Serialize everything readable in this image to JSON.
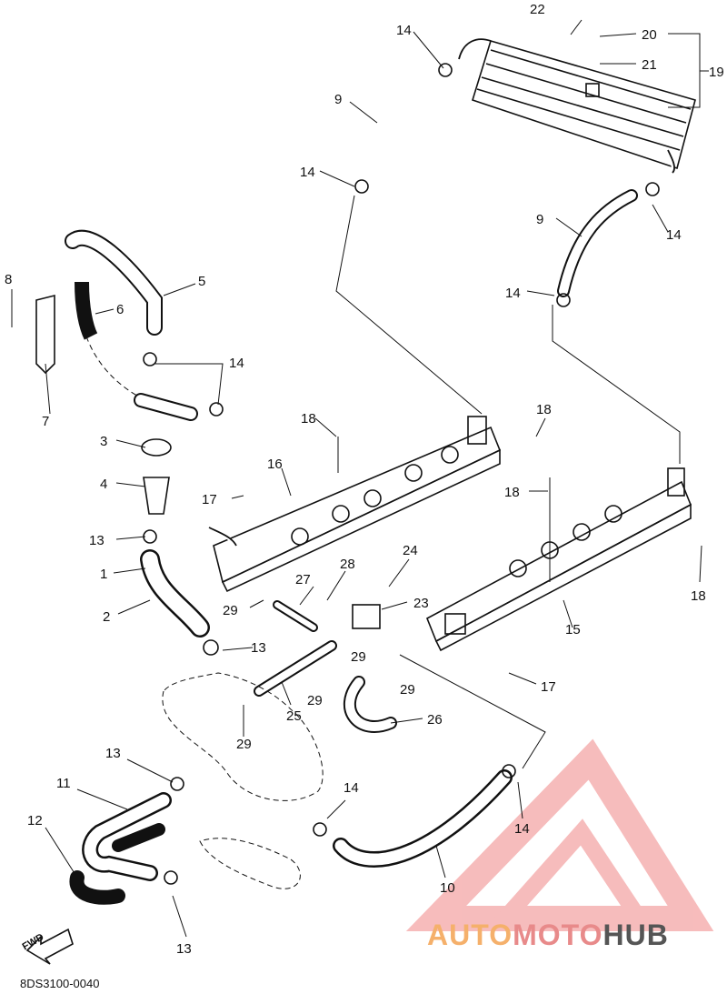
{
  "diagram": {
    "code": "8DS3100-0040",
    "fwd_label": "FWD",
    "callouts": [
      "22",
      "20",
      "21",
      "19",
      "14",
      "9",
      "14",
      "9",
      "14",
      "14",
      "8",
      "5",
      "6",
      "14",
      "7",
      "3",
      "18",
      "18",
      "16",
      "4",
      "17",
      "18",
      "13",
      "1",
      "28",
      "27",
      "24",
      "2",
      "29",
      "23",
      "15",
      "13",
      "29",
      "18",
      "29",
      "29",
      "17",
      "25",
      "26",
      "13",
      "29",
      "11",
      "14",
      "14",
      "12",
      "10",
      "13"
    ]
  },
  "watermark": {
    "part1": "AUTO",
    "part2": "MOTO",
    "part3": "HUB",
    "colors": {
      "auto": "#f5b06b",
      "moto": "#e88a8a",
      "hub": "#555555",
      "logo": "#f4a6a6"
    }
  }
}
